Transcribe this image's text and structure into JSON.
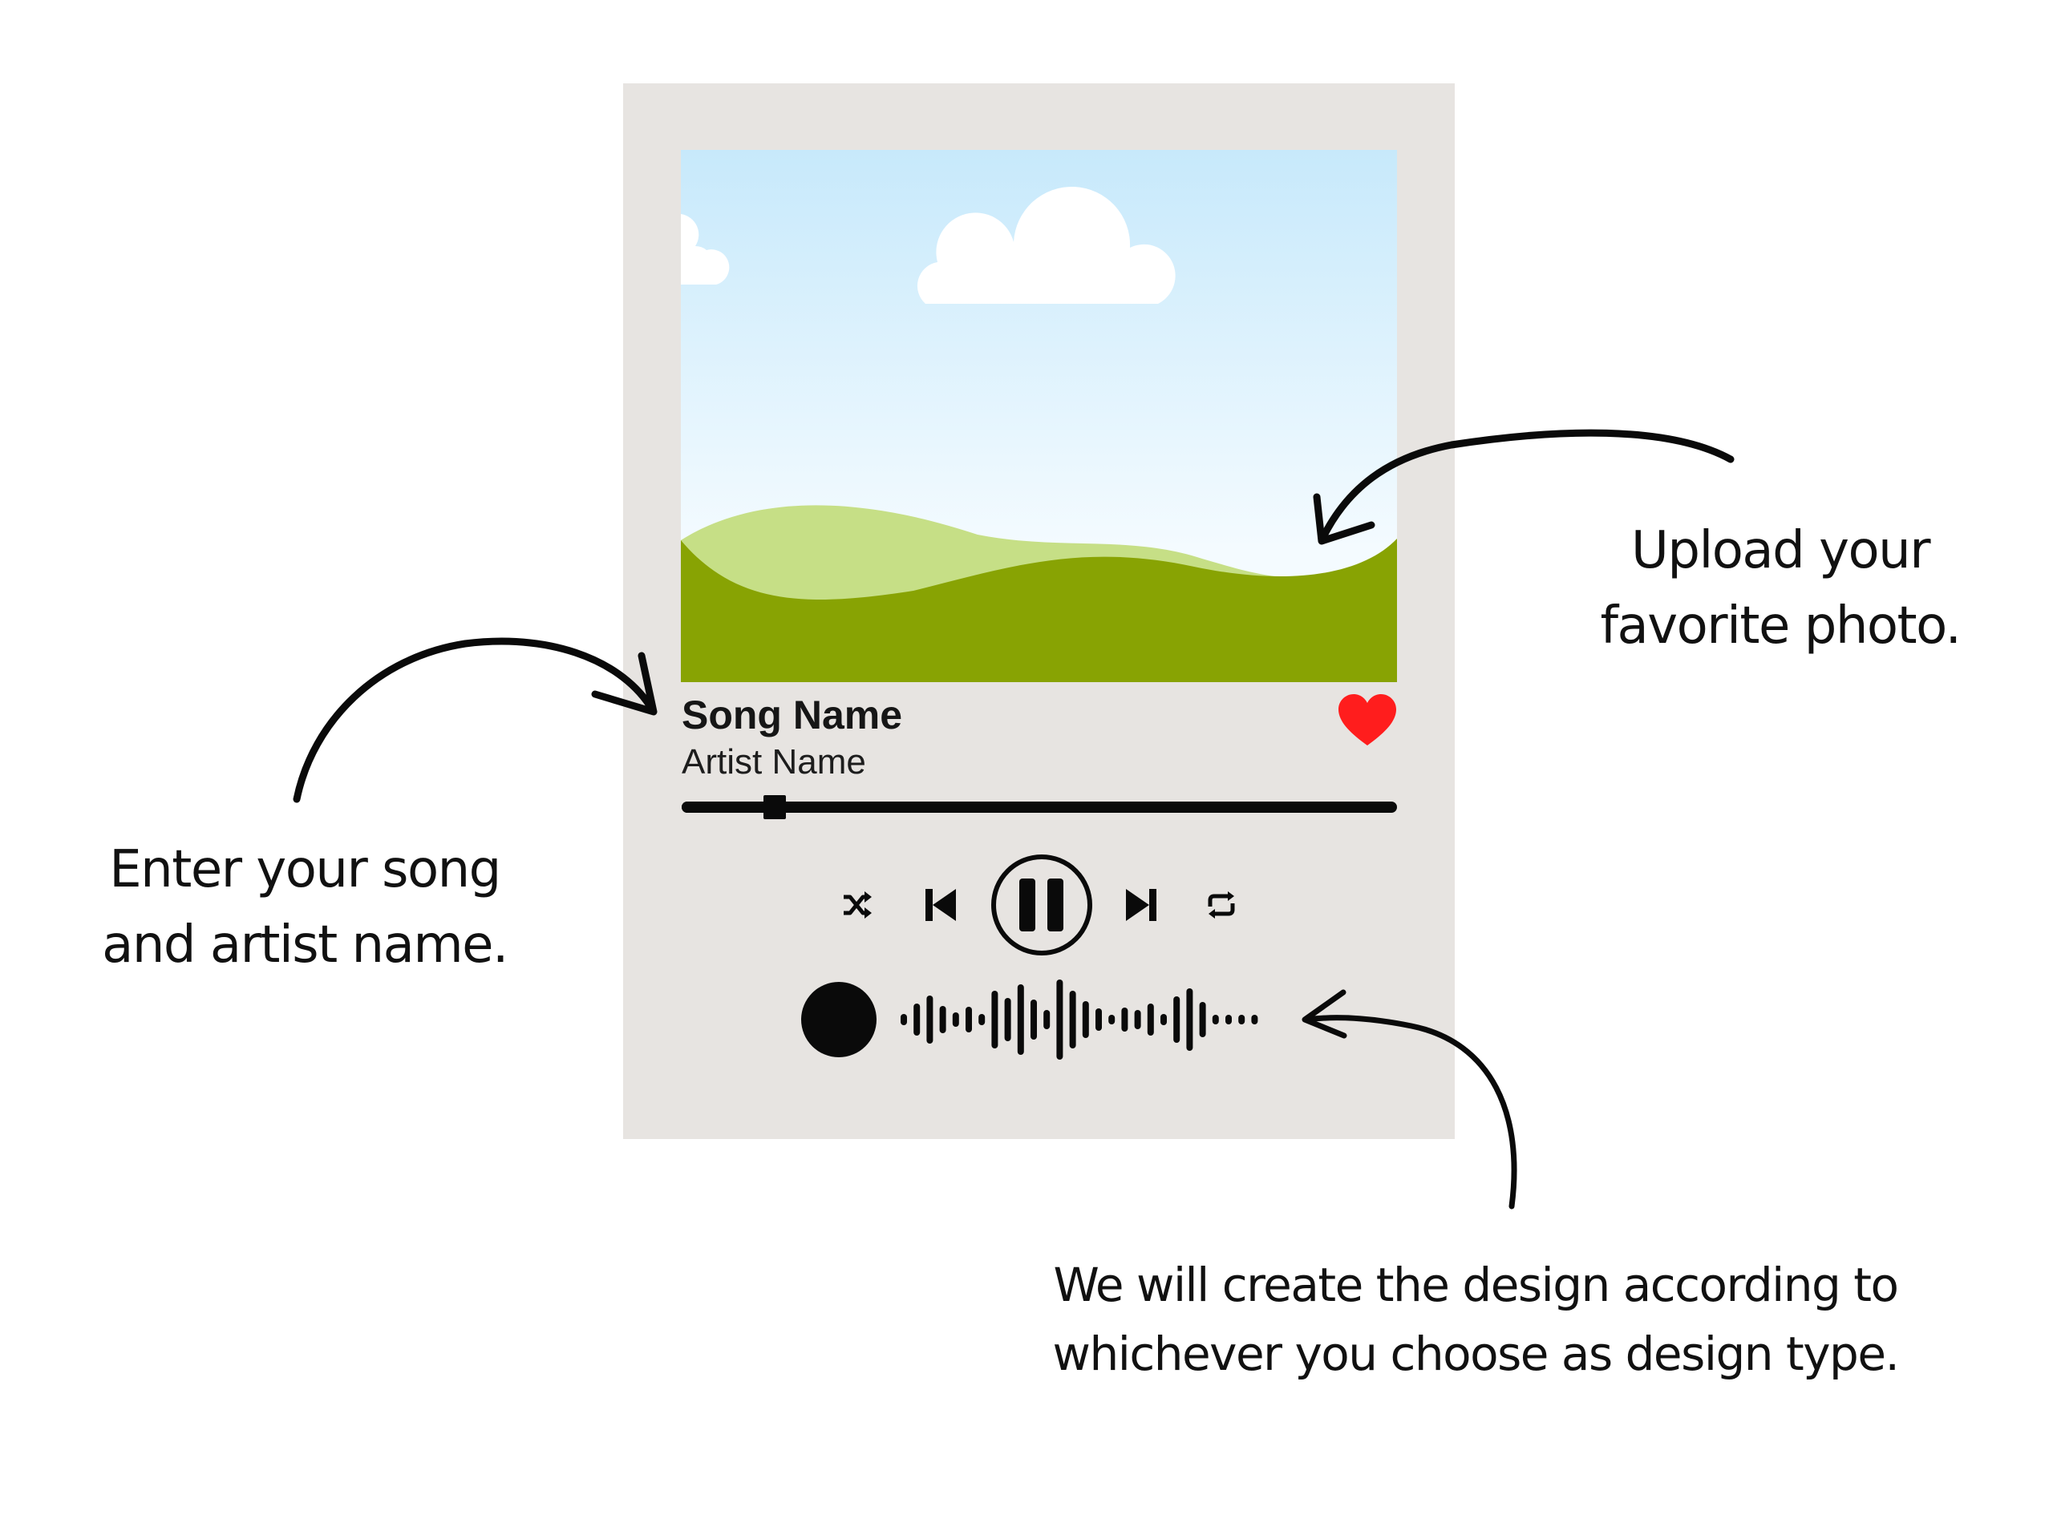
{
  "player": {
    "song_name": "Song Name",
    "artist_name": "Artist Name",
    "progress_percent": 13,
    "liked": true
  },
  "annotations": {
    "upload_photo": [
      "Upload your",
      "favorite photo."
    ],
    "enter_song": [
      "Enter your song",
      "and artist name."
    ],
    "design_type": [
      "We will create the design according to",
      "whichever you choose as design type."
    ]
  },
  "icons": {
    "heart": "heart-icon",
    "shuffle": "shuffle-icon",
    "previous": "skip-previous-icon",
    "pause": "pause-icon",
    "next": "skip-next-icon",
    "repeat": "repeat-icon",
    "code_logo": "music-logo-icon"
  },
  "colors": {
    "poster_background": "#e7e4e1",
    "sky_top": "#c7e9fb",
    "sky_bottom": "#f4fbff",
    "hill_light": "#c6df86",
    "hill_dark": "#88a303",
    "heart": "#ff1d1d",
    "ink": "#0a0a0a"
  }
}
